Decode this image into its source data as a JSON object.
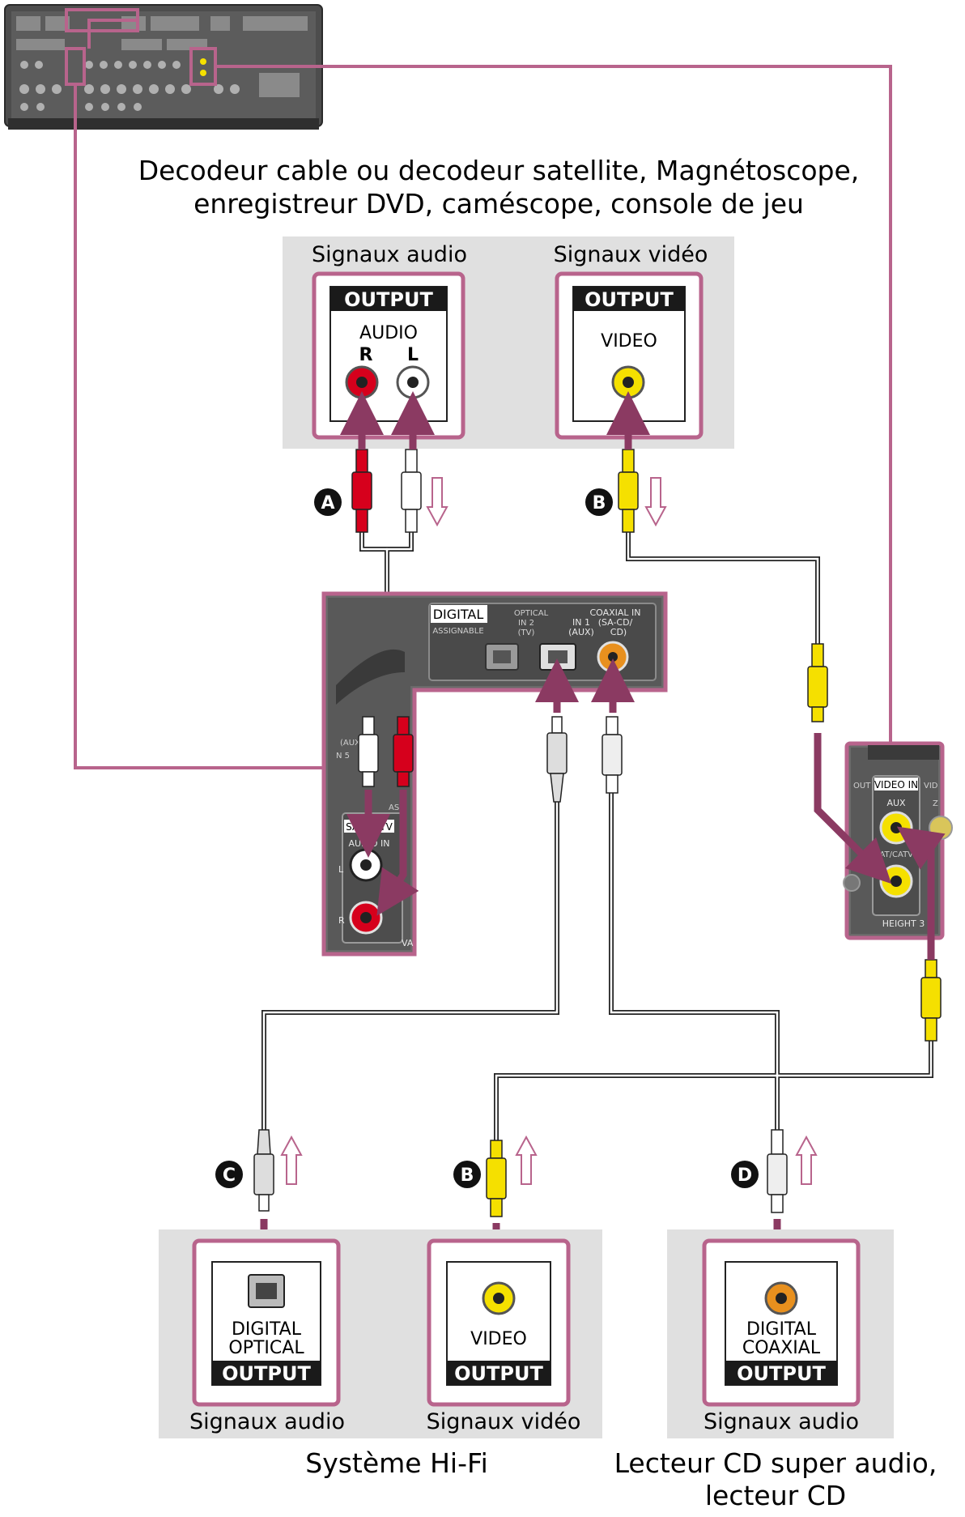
{
  "source_device": {
    "title_line1": "Decodeur cable ou decodeur satellite, Magnétoscope,",
    "title_line2": "enregistreur DVD, caméscope, console de jeu",
    "audio_caption": "Signaux audio",
    "video_caption": "Signaux vidéo",
    "audio_output_header": "OUTPUT",
    "audio_label": "AUDIO",
    "right_label": "R",
    "left_label": "L",
    "video_output_header": "OUTPUT",
    "video_label": "VIDEO"
  },
  "receiver_panel": {
    "digital_header": "DIGITAL",
    "assignable": "ASSIGNABLE",
    "optical_in2": "OPTICAL",
    "optical_in2_b": "IN 2",
    "optical_in2_c": "(TV)",
    "optical_in1": "IN 1",
    "optical_in1_b": "(AUX)",
    "coaxial_in": "COAXIAL IN",
    "coaxial_in_b": "(SA-CD/",
    "coaxial_in_c": "CD)",
    "aux_fragment": "(AUX)",
    "n5_fragment": "N 5",
    "sat_catv": "SAT/CATV",
    "audio_in": "AUDIO IN",
    "assi_fragment": "ASSI",
    "l_label": "L",
    "r_label": "R",
    "va_fragment": "VA"
  },
  "video_panel": {
    "out_fragment": "OUT",
    "video_in": "VIDEO IN",
    "vid_fragment": "VID",
    "aux": "AUX",
    "sat_catv": "SAT/CATV",
    "height3": "HEIGHT 3",
    "z_fragment": "Z"
  },
  "badges": {
    "a": "A",
    "b": "B",
    "c": "C",
    "d": "D"
  },
  "bottom_devices": {
    "hifi_title": "Système Hi-Fi",
    "hifi_audio_caption": "Signaux audio",
    "hifi_video_caption": "Signaux vidéo",
    "optical_label1": "DIGITAL",
    "optical_label2": "OPTICAL",
    "optical_header": "OUTPUT",
    "video_label": "VIDEO",
    "video_header": "OUTPUT",
    "cd_title_line1": "Lecteur CD super audio,",
    "cd_title_line2": "lecteur CD",
    "cd_audio_caption": "Signaux audio",
    "coaxial_label1": "DIGITAL",
    "coaxial_label2": "COAXIAL",
    "coaxial_header": "OUTPUT"
  },
  "colors": {
    "highlight": "#b8648c",
    "arrow": "#8b3a62",
    "panel_bg": "#e0e0e0",
    "receiver_dark": "#4a4a4a",
    "jack_red": "#d6001c",
    "jack_yellow": "#f5e000",
    "jack_orange": "#e8901e"
  }
}
